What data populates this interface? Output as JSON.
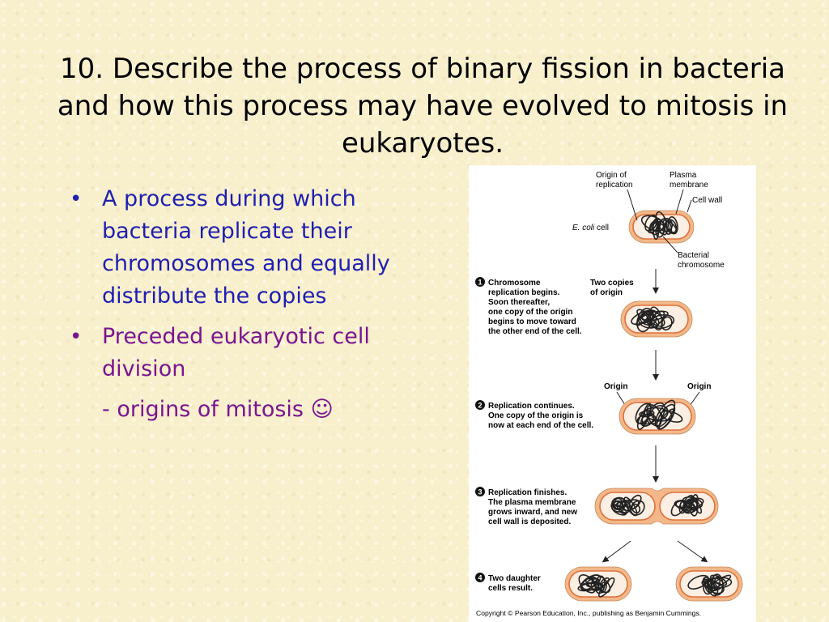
{
  "slide": {
    "title": "10. Describe the process of binary fission in bacteria and how this process may have evolved to mitosis in eukaryotes.",
    "bullets": [
      {
        "marker": "•",
        "text": "A process during which bacteria replicate their chromosomes and equally distribute the copies",
        "color": "#1f1fb0"
      },
      {
        "marker": "•",
        "text": "Preceded eukaryotic cell division",
        "color": "#7a1590"
      }
    ],
    "subline": "- origins of mitosis ☺"
  },
  "figure": {
    "labels": {
      "origin_of_replication": [
        "Origin of",
        "replication"
      ],
      "plasma_membrane": [
        "Plasma",
        "membrane"
      ],
      "cell_wall": "Cell wall",
      "ecoli_italic": "E. coli",
      "ecoli_cell": " cell",
      "bacterial_chromosome": [
        "Bacterial",
        "chromosome"
      ],
      "two_copies_of_origin": [
        "Two copies",
        "of origin"
      ],
      "origin_left": "Origin",
      "origin_right": "Origin",
      "copyright": "Copyright © Pearson Education, Inc., publishing as Benjamin Cummings."
    },
    "steps": [
      {
        "number": "1",
        "lines": [
          "Chromosome",
          "replication begins.",
          "Soon thereafter,",
          "one copy of the origin",
          "begins to move toward",
          "the other end of the cell."
        ]
      },
      {
        "number": "2",
        "lines": [
          "Replication continues.",
          "One copy of the origin is",
          "now at each end of the cell."
        ]
      },
      {
        "number": "3",
        "lines": [
          "Replication finishes.",
          "The plasma membrane",
          "grows inward, and new",
          "cell wall is deposited."
        ]
      },
      {
        "number": "4",
        "lines": [
          "Two daughter",
          "cells result."
        ]
      }
    ],
    "colors": {
      "cell_wall": "#f2b889",
      "membrane": "#e0703c",
      "cytoplasm": "#fbeee3",
      "chromosome": "#222222"
    }
  }
}
